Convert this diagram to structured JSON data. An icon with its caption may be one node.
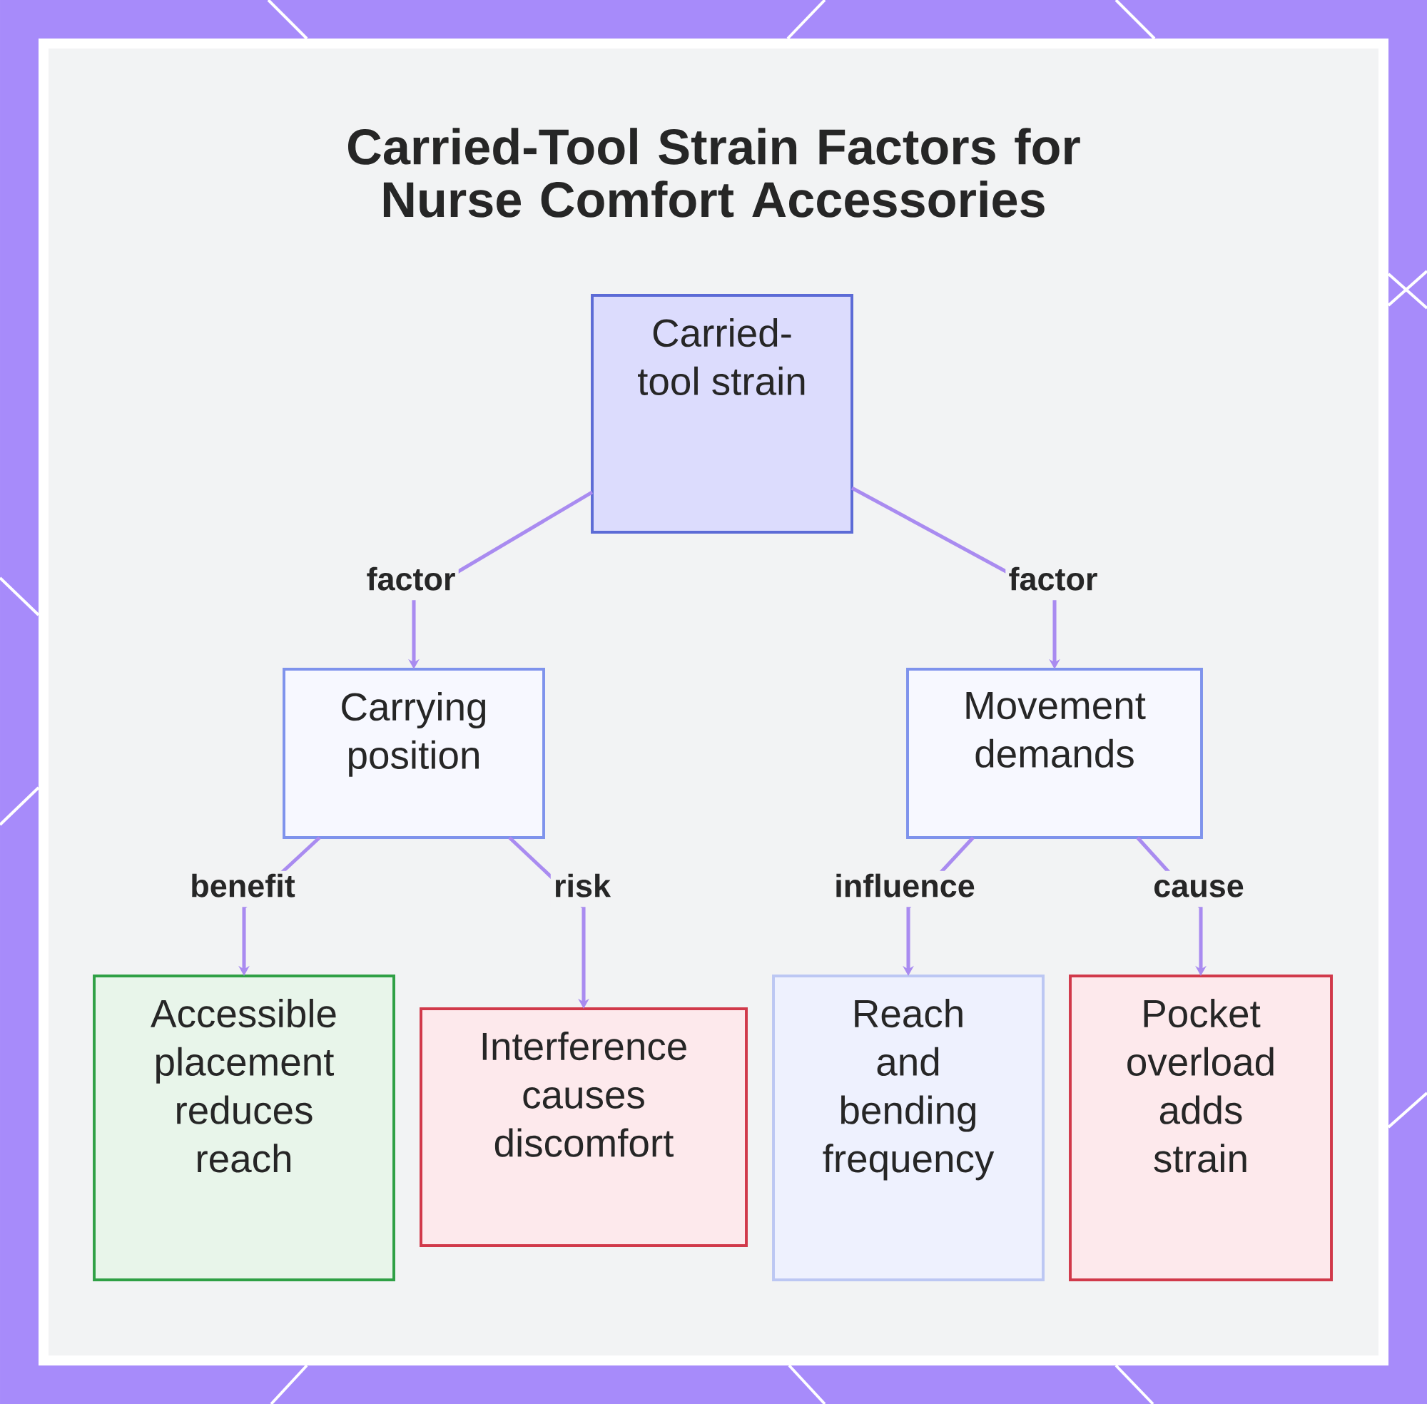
{
  "diagram": {
    "title": "Carried-Tool Strain Factors for Nurse Comfort Accessories",
    "nodes": [
      {
        "text": [
          "Carried-tool strain"
        ]
      },
      {
        "text": [
          "Carrying position"
        ]
      },
      {
        "text": [
          "Movement demands"
        ]
      },
      {
        "text": [
          "Accessible placement reduces reach"
        ]
      },
      {
        "text": [
          "Interference causes discomfort"
        ]
      },
      {
        "text": [
          "Reach and bending frequency"
        ]
      },
      {
        "text": [
          "Pocket overload adds strain"
        ]
      }
    ],
    "edges": [
      {
        "from": 0,
        "to": 1,
        "arrow": "to",
        "label": "factor"
      },
      {
        "from": 0,
        "to": 2,
        "arrow": "to",
        "label": "factor"
      },
      {
        "from": 1,
        "to": 3,
        "arrow": "to",
        "label": "benefit"
      },
      {
        "from": 1,
        "to": 4,
        "arrow": "to",
        "label": "risk"
      },
      {
        "from": 2,
        "to": 5,
        "arrow": "to",
        "label": "influence"
      },
      {
        "from": 2,
        "to": 6,
        "arrow": "to",
        "label": "cause"
      }
    ]
  }
}
